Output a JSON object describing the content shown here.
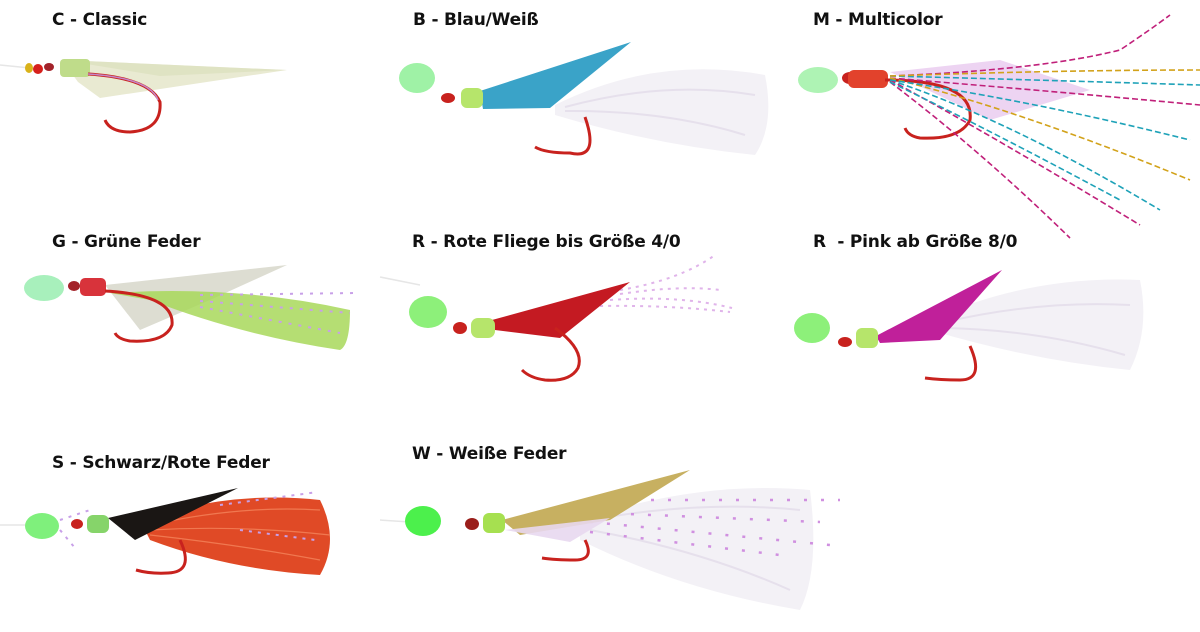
{
  "variants": [
    {
      "code": "C",
      "label": "C - Classic",
      "wing_color": "#e9ead2",
      "tail": "none",
      "bead_colors": [
        "#d9b21a",
        "#d6201c"
      ],
      "collar_color": "#bfdc8a"
    },
    {
      "code": "B",
      "label": "B - Blau/Weiß",
      "wing_color": "#3aa3c8",
      "tail": "white-feather",
      "bead_color": "#9ff2a6",
      "collar_color": "#b6e56b"
    },
    {
      "code": "M",
      "label": "M - Multicolor",
      "wing_color": "#e9c9ef",
      "tail": "multicolor-tinsel",
      "bead_color": "#aef3b4",
      "collar_color": "#e2422c"
    },
    {
      "code": "G",
      "label": "G - Grüne Feder",
      "wing_color": "#ddddd2",
      "tail": "green-feather",
      "bead_color": "#a8f0bc",
      "collar_color": "#d8333b"
    },
    {
      "code": "R",
      "label": "R - Rote Fliege bis Größe 4/0",
      "wing_color": "#c41a22",
      "tail": "pink-tinsel",
      "bead_color": "#8df07a",
      "collar_color": "#b6e56b"
    },
    {
      "code": "R",
      "label": "R  - Pink ab Größe 8/0",
      "wing_color": "#c0209a",
      "tail": "white-feather",
      "bead_color": "#8df07a",
      "collar_color": "#b6e56b"
    },
    {
      "code": "S",
      "label": "S - Schwarz/Rote Feder",
      "wing_color": "#1a1614",
      "tail": "red-feather",
      "bead_color": "#7ff07c",
      "collar_color": "#86d46a"
    },
    {
      "code": "W",
      "label": "W - Weiße Feder",
      "wing_color": "#c7b061",
      "tail": "white-feather-tinsel",
      "bead_color": "#4cf04c",
      "collar_color": "#a6e050"
    }
  ],
  "colors": {
    "hook": "#c8221e",
    "text": "#111111",
    "background": "#ffffff"
  }
}
